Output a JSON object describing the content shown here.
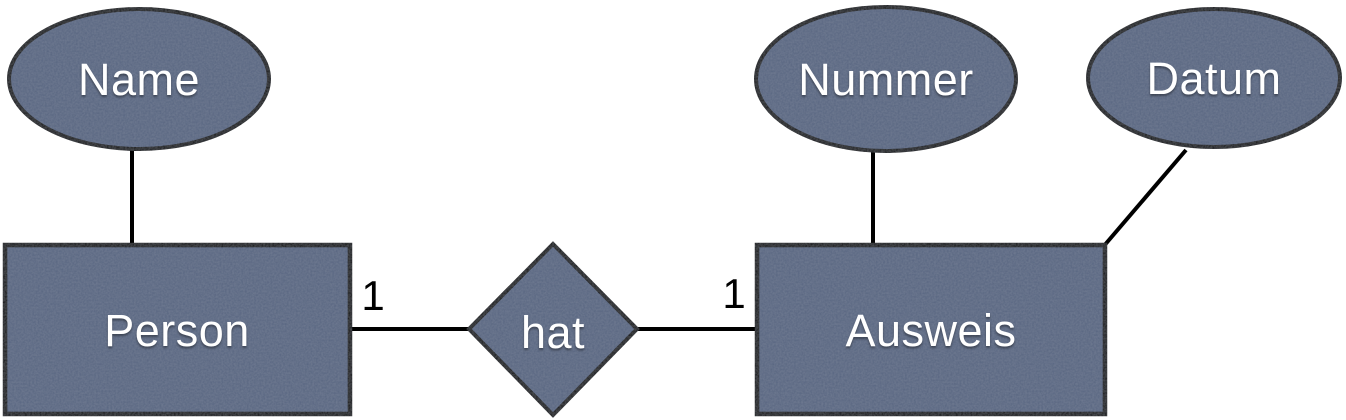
{
  "diagram": {
    "type": "entity-relationship",
    "colors": {
      "background": "#ffffff",
      "shape_fill": "#566480",
      "shape_stroke": "#000000",
      "shape_text": "#ffffff",
      "connector": "#000000",
      "cardinality_text": "#000000"
    },
    "entities": [
      {
        "label": "Person"
      },
      {
        "label": "Ausweis"
      }
    ],
    "relationship": {
      "label": "hat"
    },
    "attributes": [
      {
        "label": "Name",
        "attached_to": "Person"
      },
      {
        "label": "Nummer",
        "attached_to": "Ausweis"
      },
      {
        "label": "Datum",
        "attached_to": "Ausweis"
      }
    ],
    "cardinalities": [
      {
        "value": "1",
        "near": "Person"
      },
      {
        "value": "1",
        "near": "Ausweis"
      }
    ]
  }
}
